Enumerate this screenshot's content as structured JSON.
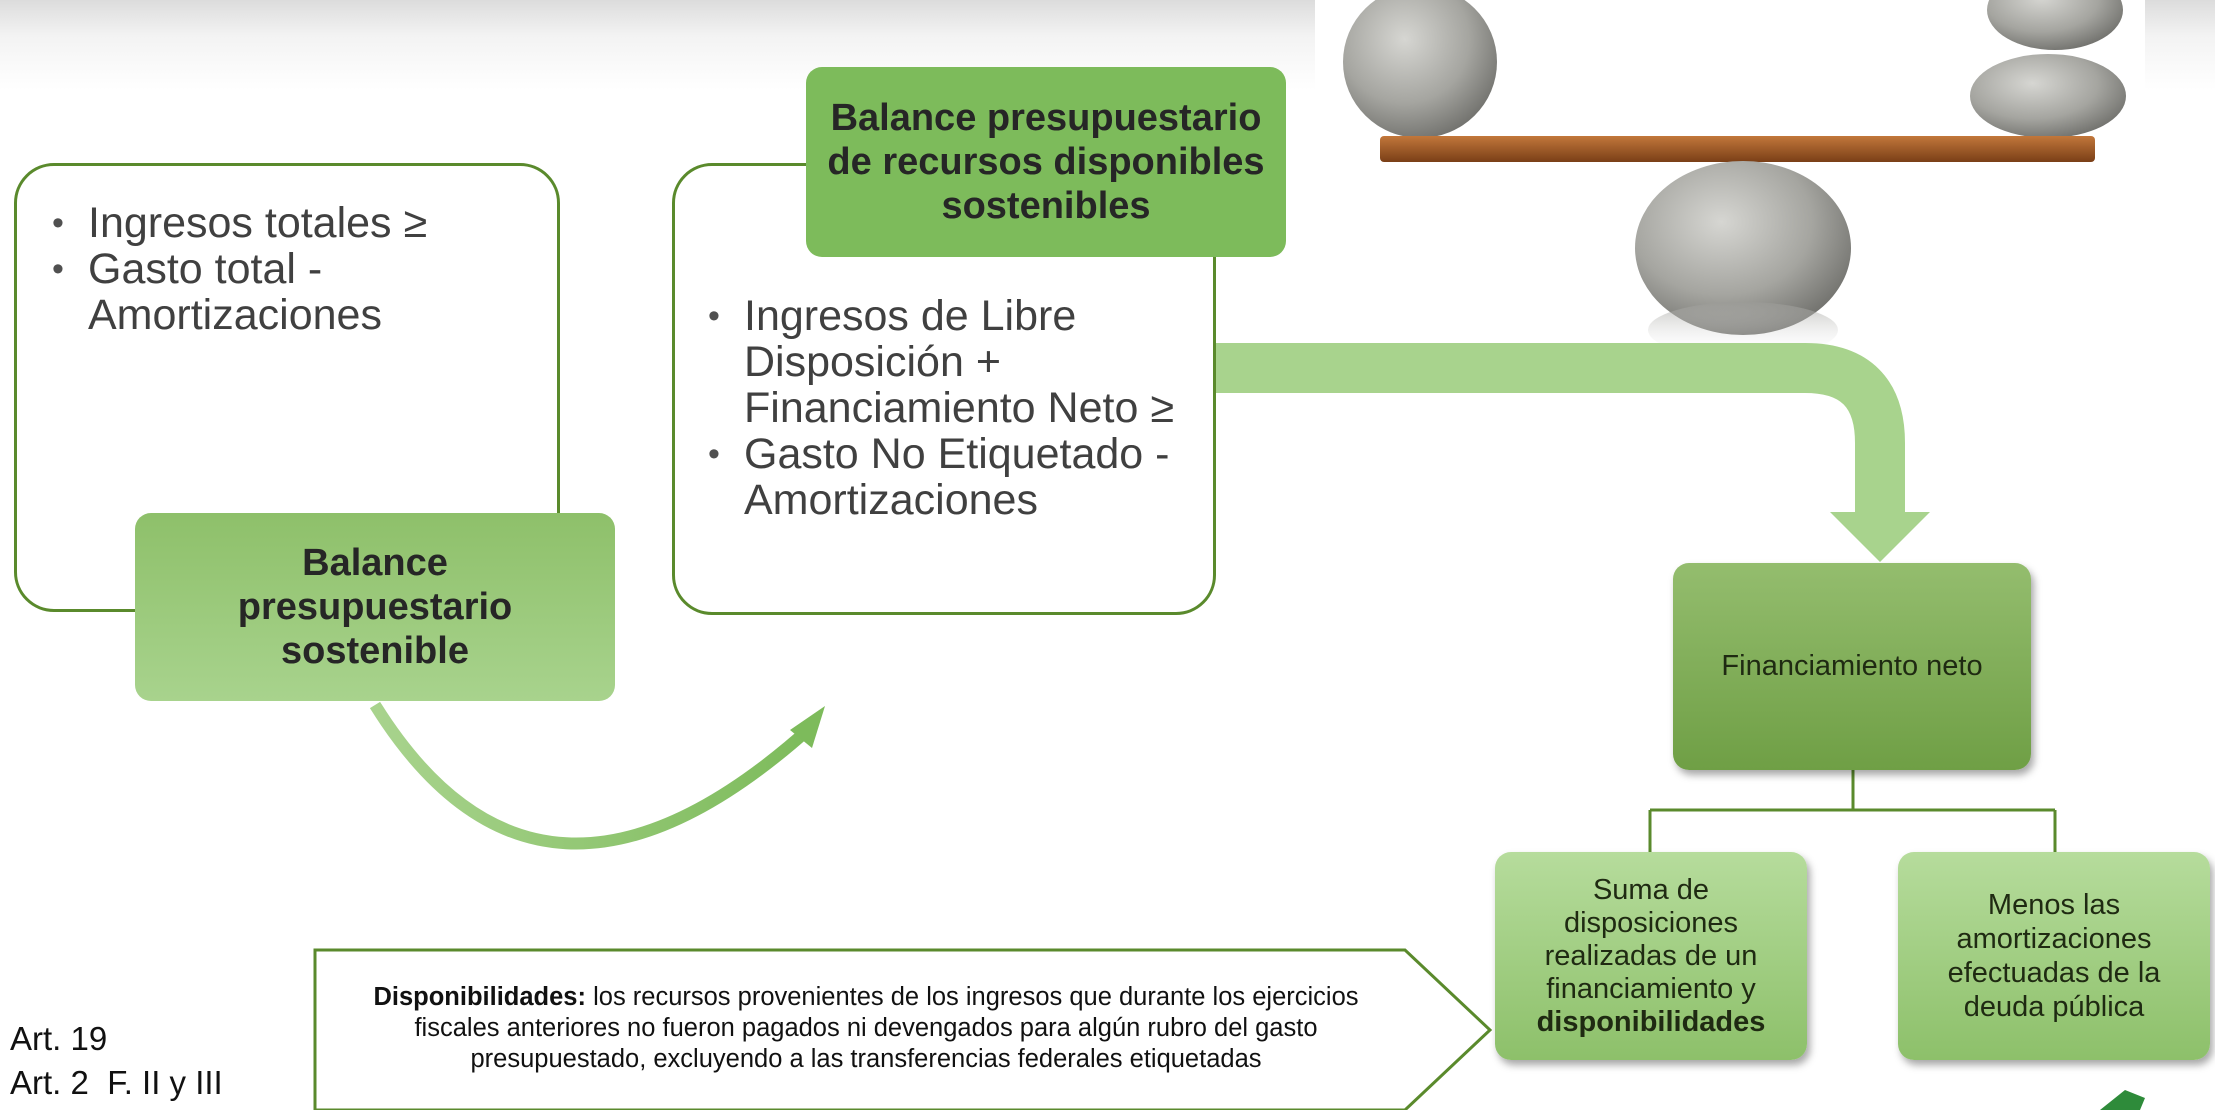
{
  "left_box": {
    "bullets": [
      "Ingresos totales ≥",
      "Gasto total - Amortizaciones"
    ],
    "title": "Balance presupuestario sostenible"
  },
  "mid_box": {
    "title": "Balance presupuestario de recursos disponibles sostenibles",
    "bullets": [
      "Ingresos de Libre Disposición + Financiamiento Neto ≥",
      "Gasto No Etiquetado - Amortizaciones"
    ]
  },
  "financiamiento": {
    "label": "Financiamiento neto",
    "left_child_plain": "Suma de disposiciones realizadas de un financiamiento y",
    "left_child_bold": "disponibilidades",
    "right_child": "Menos las amortizaciones efectuadas de la deuda pública"
  },
  "disponibilidades": {
    "term": "Disponibilidades:",
    "definition": "los recursos provenientes de los ingresos que durante los ejercicios fiscales anteriores no fueron pagados ni devengados para algún rubro del gasto presupuestado, excluyendo a las transferencias federales etiquetadas"
  },
  "articles": [
    "Art. 19",
    "Art. 2  F. II y III"
  ],
  "colors": {
    "outline_green": "#5a8a2c",
    "title_green": "#7dbb5b",
    "light_green": "#a8d38d",
    "dark_green": "#6f9f45"
  }
}
